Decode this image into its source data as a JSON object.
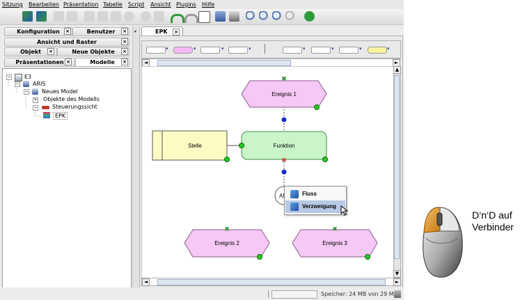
{
  "menubar": {
    "items": [
      "Sitzung",
      "Bearbeiten",
      "Präsentation",
      "Tabelle",
      "Script",
      "Ansicht",
      "Plugins",
      "Hilfe"
    ]
  },
  "left_panel": {
    "tabs_row1": [
      "Konfiguration",
      "Benutzer"
    ],
    "tabs_row2": [
      "Ansicht und Raster"
    ],
    "tabs_row3": [
      "Objekt",
      "Neue Objekte"
    ],
    "tabs_row4": [
      "Präsentationen",
      "Modelle"
    ],
    "close_glyph": "×",
    "tree": [
      {
        "label": "E3",
        "expander": "−"
      },
      {
        "label": "ARIS",
        "expander": "−"
      },
      {
        "label": "Neues Model",
        "expander": "−"
      },
      {
        "label": "Objekte des Modells",
        "expander": "+"
      },
      {
        "label": "Steuerungssicht",
        "expander": "−"
      },
      {
        "label": "EPK",
        "expander": ""
      }
    ]
  },
  "editor": {
    "tab_label": "EPK",
    "scroll_left": "◄",
    "scroll_right": "►",
    "scroll_up": "▲",
    "scroll_down": "▼",
    "pal_arrow": "▾",
    "collapse_glyph": "◂",
    "shapes": {
      "event1": "Ereignis 1",
      "function": "Funktion",
      "org_unit": "Stelle",
      "connector": "AN",
      "event2": "Ereignis 2",
      "event3": "Ereignis 3"
    },
    "context_menu": [
      "Fluss",
      "Verzweigung"
    ]
  },
  "statusbar": {
    "memory": "Speicher: 24 MB von 29 MB"
  },
  "caption": {
    "line1": "D‘n‘D auf",
    "line2": "Verbinder"
  },
  "colors": {
    "event_fill": "#f5c8f5",
    "event_stroke": "#8a5a8a",
    "function_fill": "#c9f5c9",
    "orgunit_fill": "#fbfbc4",
    "accent_blue": "#2a4f9a"
  }
}
